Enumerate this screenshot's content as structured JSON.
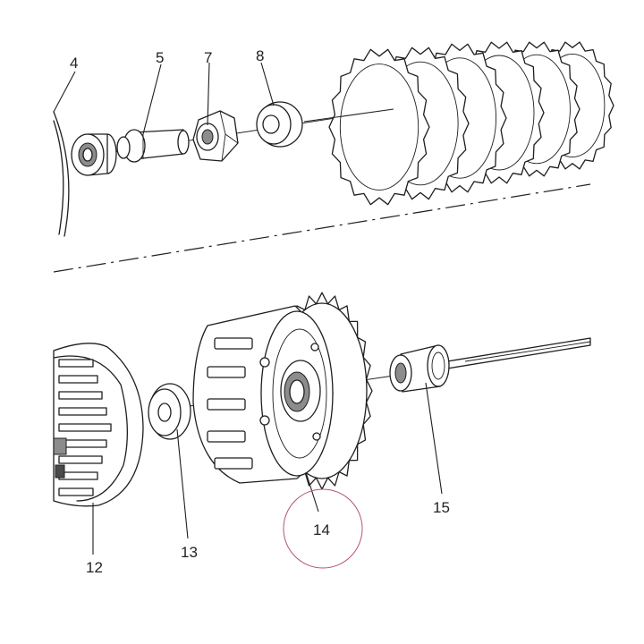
{
  "callouts": {
    "c4": "4",
    "c5": "5",
    "c7": "7",
    "c8": "8",
    "c12": "12",
    "c13": "13",
    "c14": "14",
    "c15": "15"
  },
  "colors": {
    "line": "#1e1e1e",
    "highlight_circle": "#b5546a",
    "background": "#ffffff"
  }
}
